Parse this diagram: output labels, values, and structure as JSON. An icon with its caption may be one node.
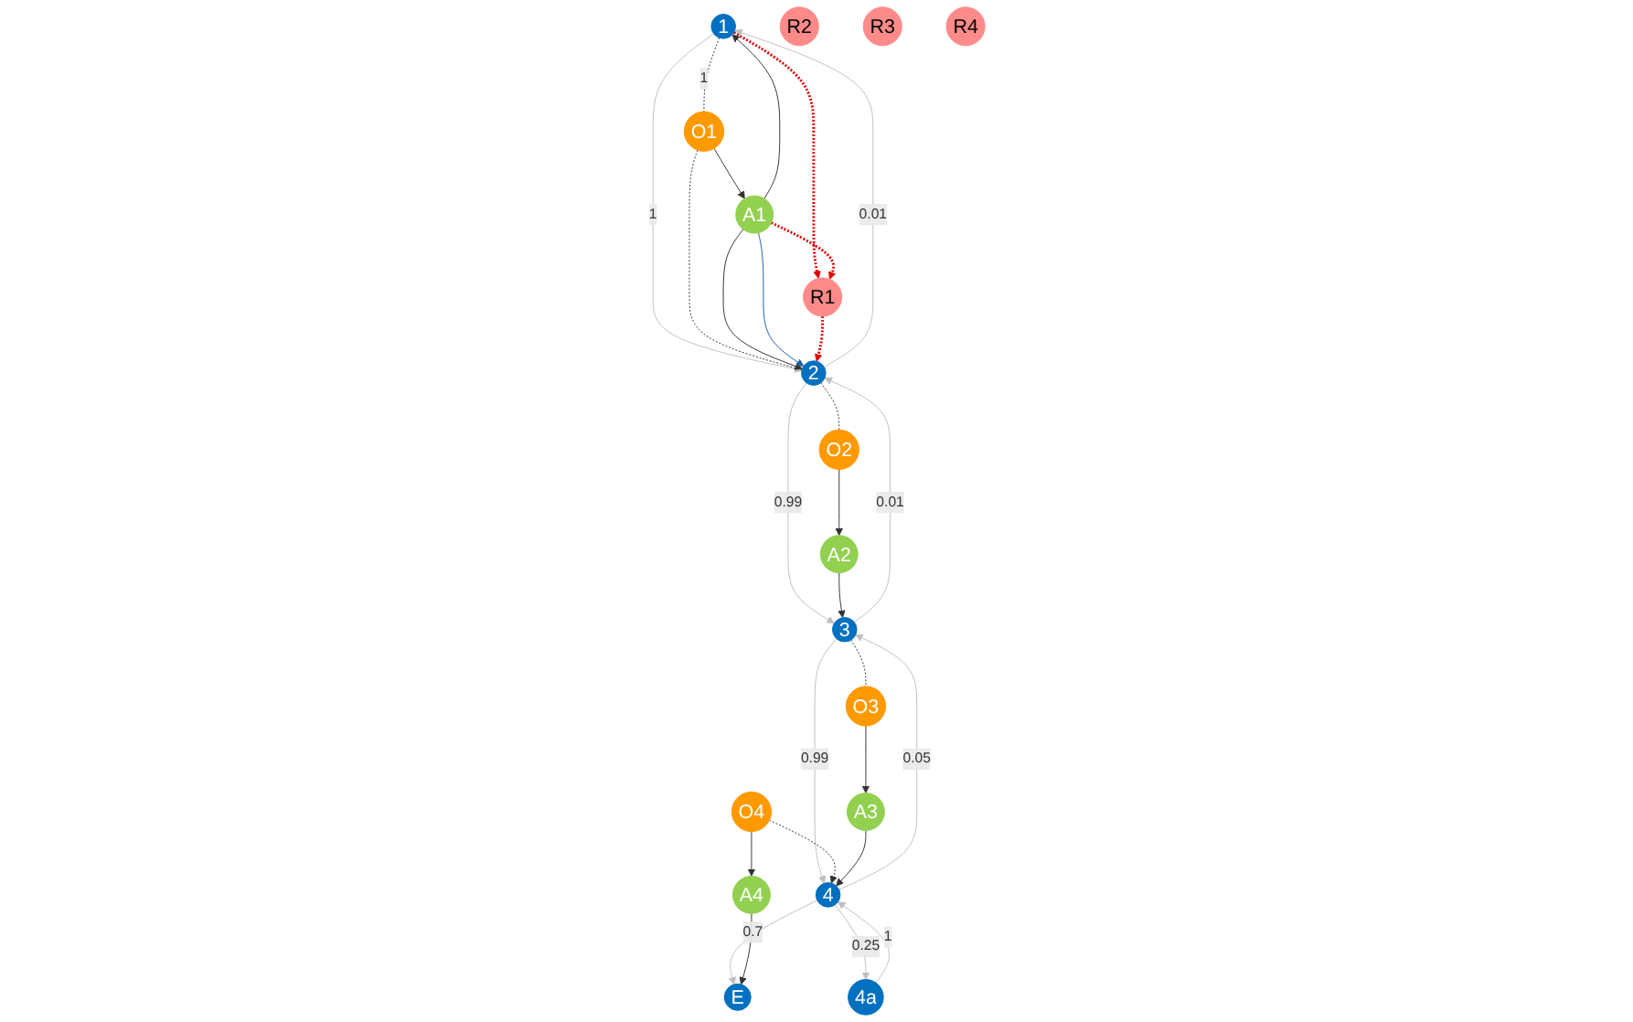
{
  "diagram": {
    "nodes": [
      {
        "text": [
          "1"
        ]
      },
      {
        "text": [
          "2"
        ]
      },
      {
        "text": [
          "3"
        ]
      },
      {
        "text": [
          "4"
        ]
      },
      {
        "text": [
          "E"
        ]
      },
      {
        "text": [
          "4a"
        ]
      },
      {
        "text": [
          "O1"
        ]
      },
      {
        "text": [
          "O2"
        ]
      },
      {
        "text": [
          "O3"
        ]
      },
      {
        "text": [
          "O4"
        ]
      },
      {
        "text": [
          "A1"
        ]
      },
      {
        "text": [
          "A2"
        ]
      },
      {
        "text": [
          "A3"
        ]
      },
      {
        "text": [
          "A4"
        ]
      },
      {
        "text": [
          "R1"
        ]
      },
      {
        "text": [
          "R2"
        ]
      },
      {
        "text": [
          "R3"
        ]
      },
      {
        "text": [
          "R4"
        ]
      }
    ],
    "edges": [
      {
        "from": 0,
        "to": 1,
        "arrow": "to",
        "label": "1",
        "color": "#bfbfbf"
      },
      {
        "from": 1,
        "to": 2,
        "arrow": "to",
        "label": "0.99",
        "color": "#bfbfbf"
      },
      {
        "from": 2,
        "to": 3,
        "arrow": "to",
        "label": "0.99",
        "color": "#bfbfbf"
      },
      {
        "from": 3,
        "to": 4,
        "arrow": "to",
        "label": "0.7",
        "color": "#bfbfbf"
      },
      {
        "from": 1,
        "to": 0,
        "arrow": "to",
        "label": "0.01",
        "color": "#bfbfbf"
      },
      {
        "from": 2,
        "to": 1,
        "arrow": "to",
        "label": "0.01",
        "color": "#bfbfbf"
      },
      {
        "from": 3,
        "to": 2,
        "arrow": "to",
        "label": "0.05",
        "color": "#bfbfbf"
      },
      {
        "from": 3,
        "to": 5,
        "arrow": "to",
        "label": "0.25",
        "color": "#bfbfbf"
      },
      {
        "from": 5,
        "to": 3,
        "arrow": "to",
        "label": "1",
        "color": "#bfbfbf"
      },
      {
        "from": 0,
        "to": 6,
        "arrow": "none",
        "style": "dashed",
        "label": "1"
      },
      {
        "from": 6,
        "to": 1,
        "arrow": "none",
        "style": "dashed"
      },
      {
        "from": 1,
        "to": 7,
        "arrow": "none",
        "style": "dashed"
      },
      {
        "from": 2,
        "to": 8,
        "arrow": "none",
        "style": "dashed"
      },
      {
        "from": 9,
        "to": 3,
        "arrow": "to",
        "style": "dashed"
      },
      {
        "from": 6,
        "to": 10,
        "arrow": "to"
      },
      {
        "from": 7,
        "to": 11,
        "arrow": "to"
      },
      {
        "from": 8,
        "to": 12,
        "arrow": "to"
      },
      {
        "from": 9,
        "to": 13,
        "arrow": "to"
      },
      {
        "from": 10,
        "to": 0,
        "arrow": "to"
      },
      {
        "from": 10,
        "to": 1,
        "arrow": "to"
      },
      {
        "from": 11,
        "to": 2,
        "arrow": "to"
      },
      {
        "from": 12,
        "to": 3,
        "arrow": "to"
      },
      {
        "from": 13,
        "to": 4,
        "arrow": "to"
      },
      {
        "from": 10,
        "to": 1,
        "arrow": "to",
        "color": "#1f5f9f"
      },
      {
        "from": 0,
        "to": 14,
        "arrow": "to",
        "style": "dashed",
        "color": "#e00000"
      },
      {
        "from": 10,
        "to": 14,
        "arrow": "to",
        "style": "dashed",
        "color": "#e00000"
      },
      {
        "from": 14,
        "to": 1,
        "arrow": "to",
        "style": "dashed",
        "color": "#e00000"
      }
    ]
  }
}
